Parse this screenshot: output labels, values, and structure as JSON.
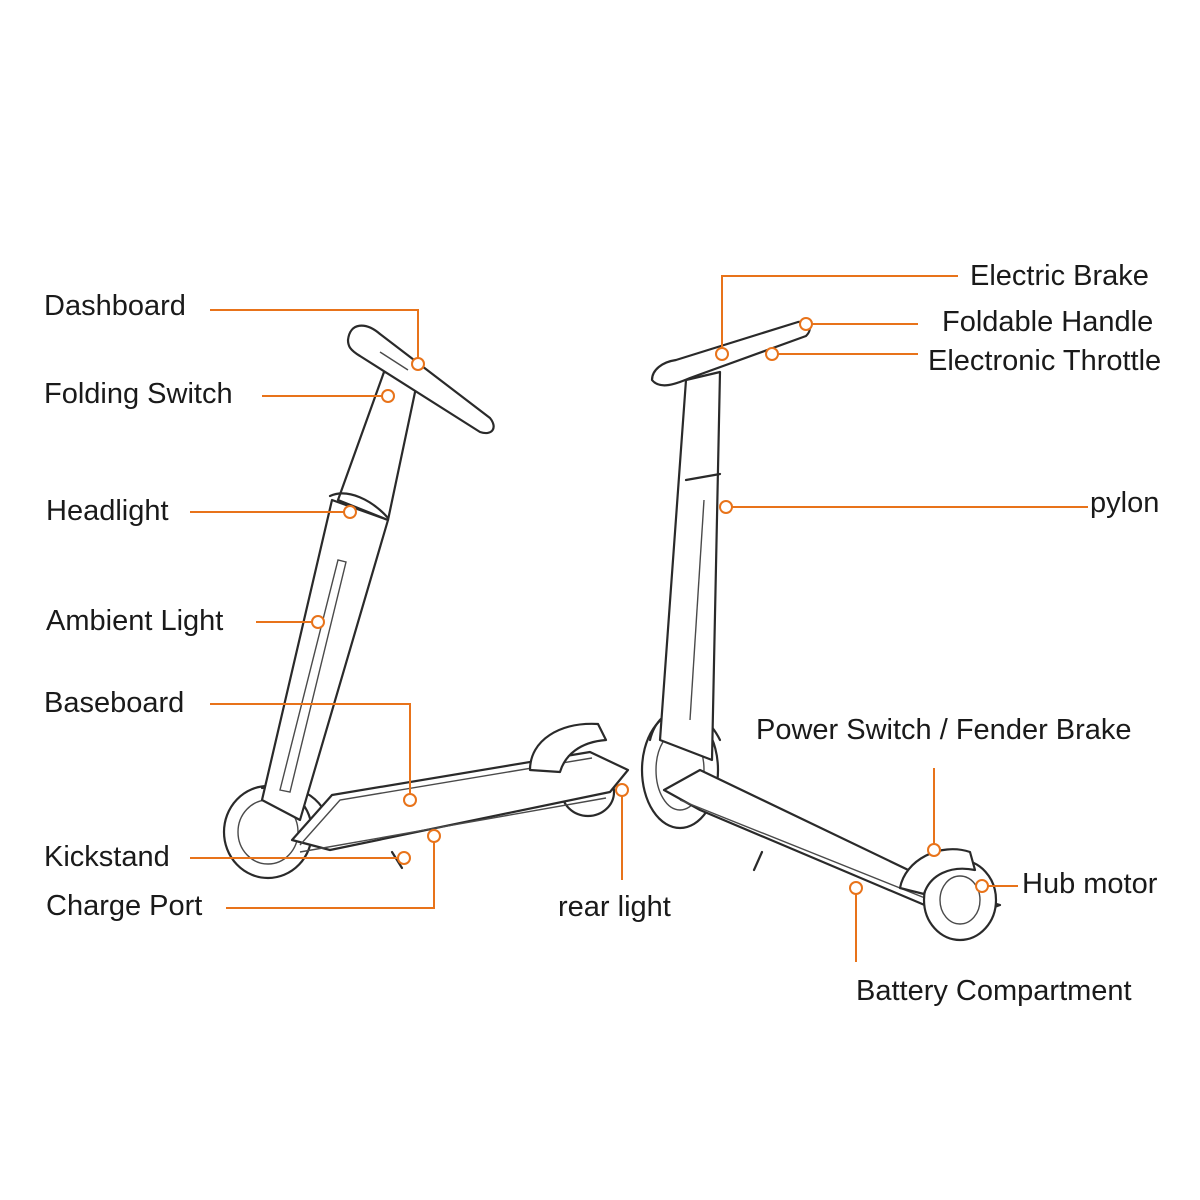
{
  "colors": {
    "leader": "#e8731a",
    "outline": "#2a2a2a",
    "text": "#1a1a1a",
    "background": "#ffffff"
  },
  "labels": {
    "dashboard": "Dashboard",
    "folding_switch": "Folding Switch",
    "headlight": "Headlight",
    "ambient_light": "Ambient Light",
    "baseboard": "Baseboard",
    "kickstand": "Kickstand",
    "charge_port": "Charge Port",
    "rear_light": "rear light",
    "electric_brake": "Electric Brake",
    "foldable_handle": "Foldable Handle",
    "electronic_throttle": "Electronic Throttle",
    "pylon": "pylon",
    "power_switch": "Power Switch / Fender Brake",
    "hub_motor": "Hub motor",
    "battery_compartment": "Battery Compartment"
  }
}
